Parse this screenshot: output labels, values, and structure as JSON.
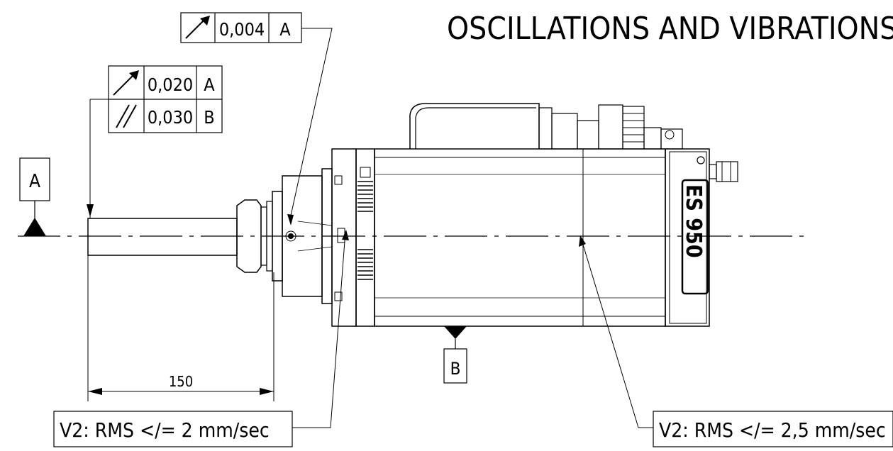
{
  "title": "OSCILLATIONS AND VIBRATIONS",
  "datum_a_label": "A",
  "datum_b_label": "B",
  "fcf_top": {
    "tolerance": "0,004",
    "datum": "A"
  },
  "fcf_left": [
    {
      "tolerance": "0,020",
      "datum": "A"
    },
    {
      "tolerance": "0,030",
      "datum": "B"
    }
  ],
  "dimension_value": "150",
  "note_left": "V2: RMS </= 2 mm/sec",
  "note_right": "V2: RMS </= 2,5 mm/sec",
  "motor_brand_text": "ES 950",
  "icons": [
    "runout-arrow-icon",
    "parallelism-icon",
    "datum-triangle-icon"
  ]
}
